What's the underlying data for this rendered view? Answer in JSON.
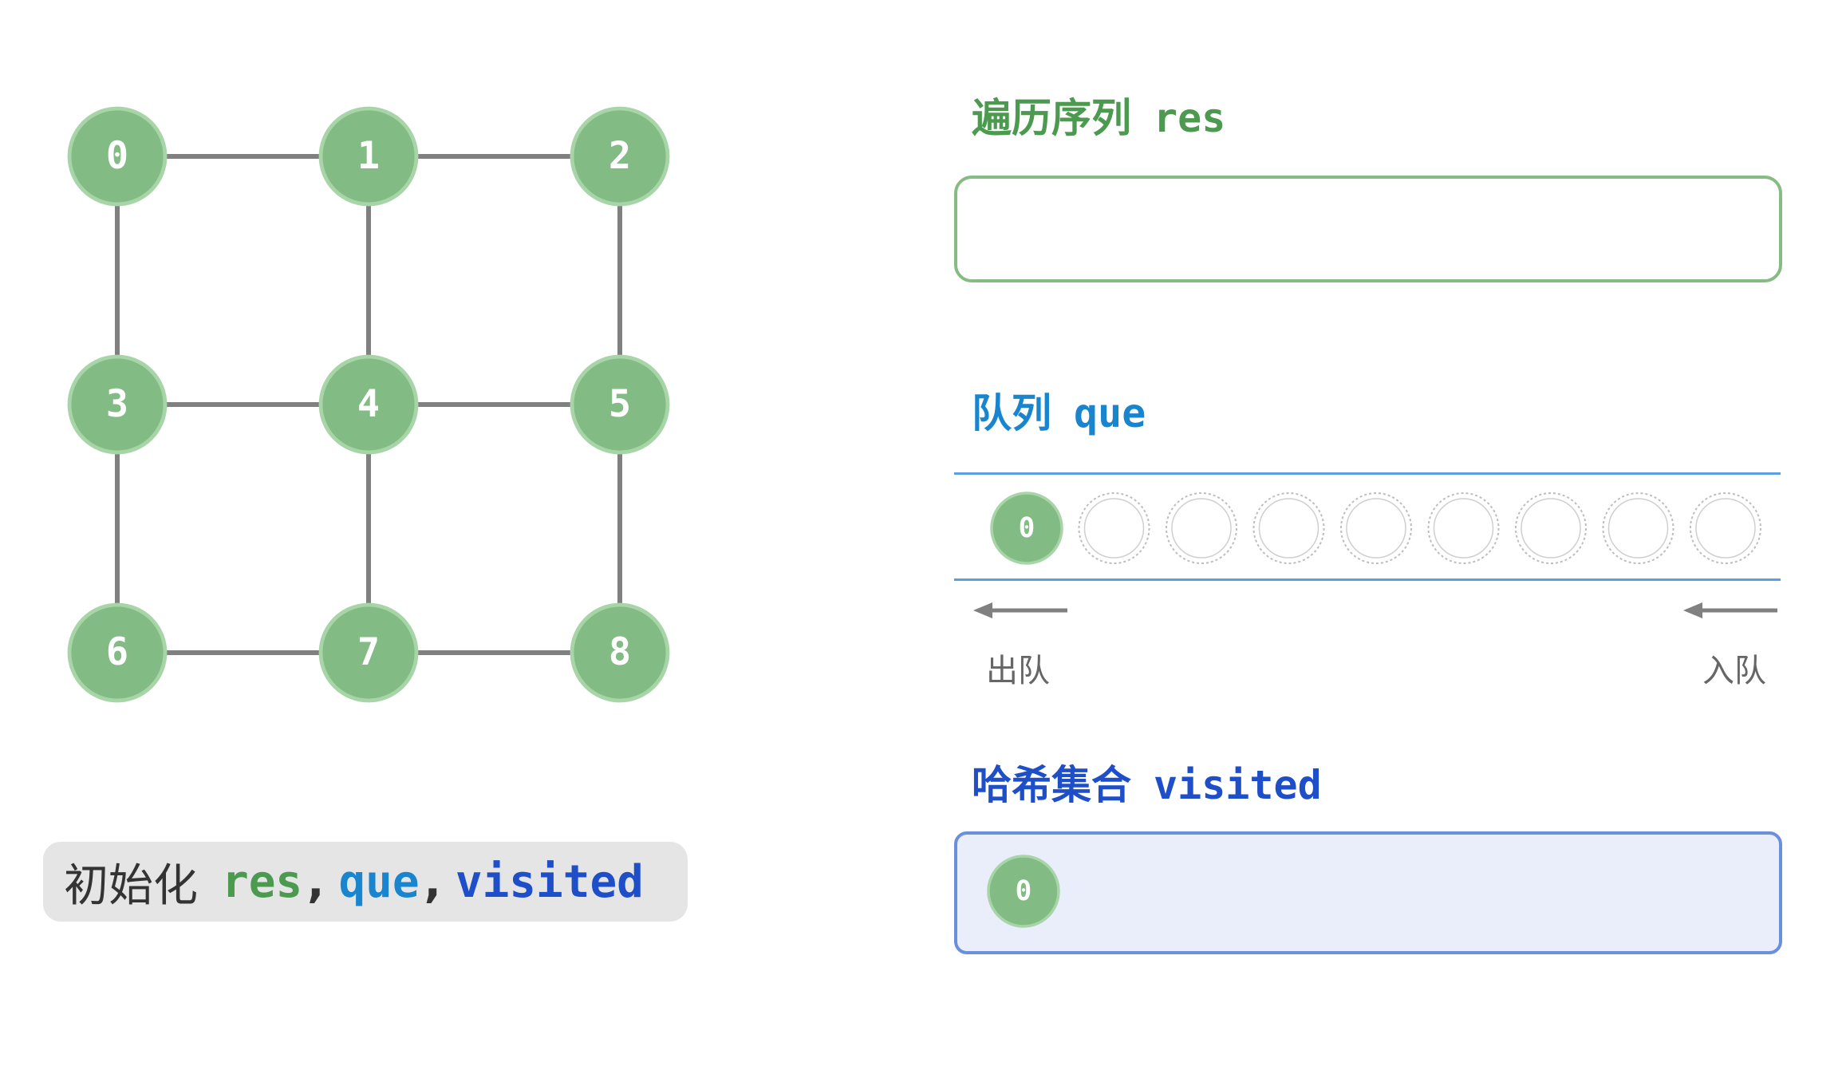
{
  "graph": {
    "vertices": [
      "0",
      "1",
      "2",
      "3",
      "4",
      "5",
      "6",
      "7",
      "8"
    ],
    "edges": [
      [
        0,
        1
      ],
      [
        1,
        2
      ],
      [
        3,
        4
      ],
      [
        4,
        5
      ],
      [
        6,
        7
      ],
      [
        7,
        8
      ],
      [
        0,
        3
      ],
      [
        3,
        6
      ],
      [
        1,
        4
      ],
      [
        4,
        7
      ],
      [
        2,
        5
      ],
      [
        5,
        8
      ]
    ]
  },
  "res": {
    "title_cn": "遍历序列",
    "title_code": "res",
    "items": []
  },
  "que": {
    "title_cn": "队列",
    "title_code": "que",
    "items": [
      "0"
    ],
    "capacity": 9,
    "dequeue_label": "出队",
    "enqueue_label": "入队"
  },
  "visited": {
    "title_cn": "哈希集合",
    "title_code": "visited",
    "items": [
      "0"
    ]
  },
  "caption": {
    "text_cn": "初始化",
    "codes": [
      "res",
      "que",
      "visited"
    ],
    "separator": ","
  },
  "colors": {
    "node_fill": "#82bb83",
    "node_ring": "#a8d5a8",
    "edge": "#808080",
    "green_text": "#4c9a4f",
    "blue_text": "#1a85cf",
    "navy_text": "#1e4fc9"
  },
  "icons": {
    "dequeue": "arrow-left-icon",
    "enqueue": "arrow-left-icon"
  }
}
